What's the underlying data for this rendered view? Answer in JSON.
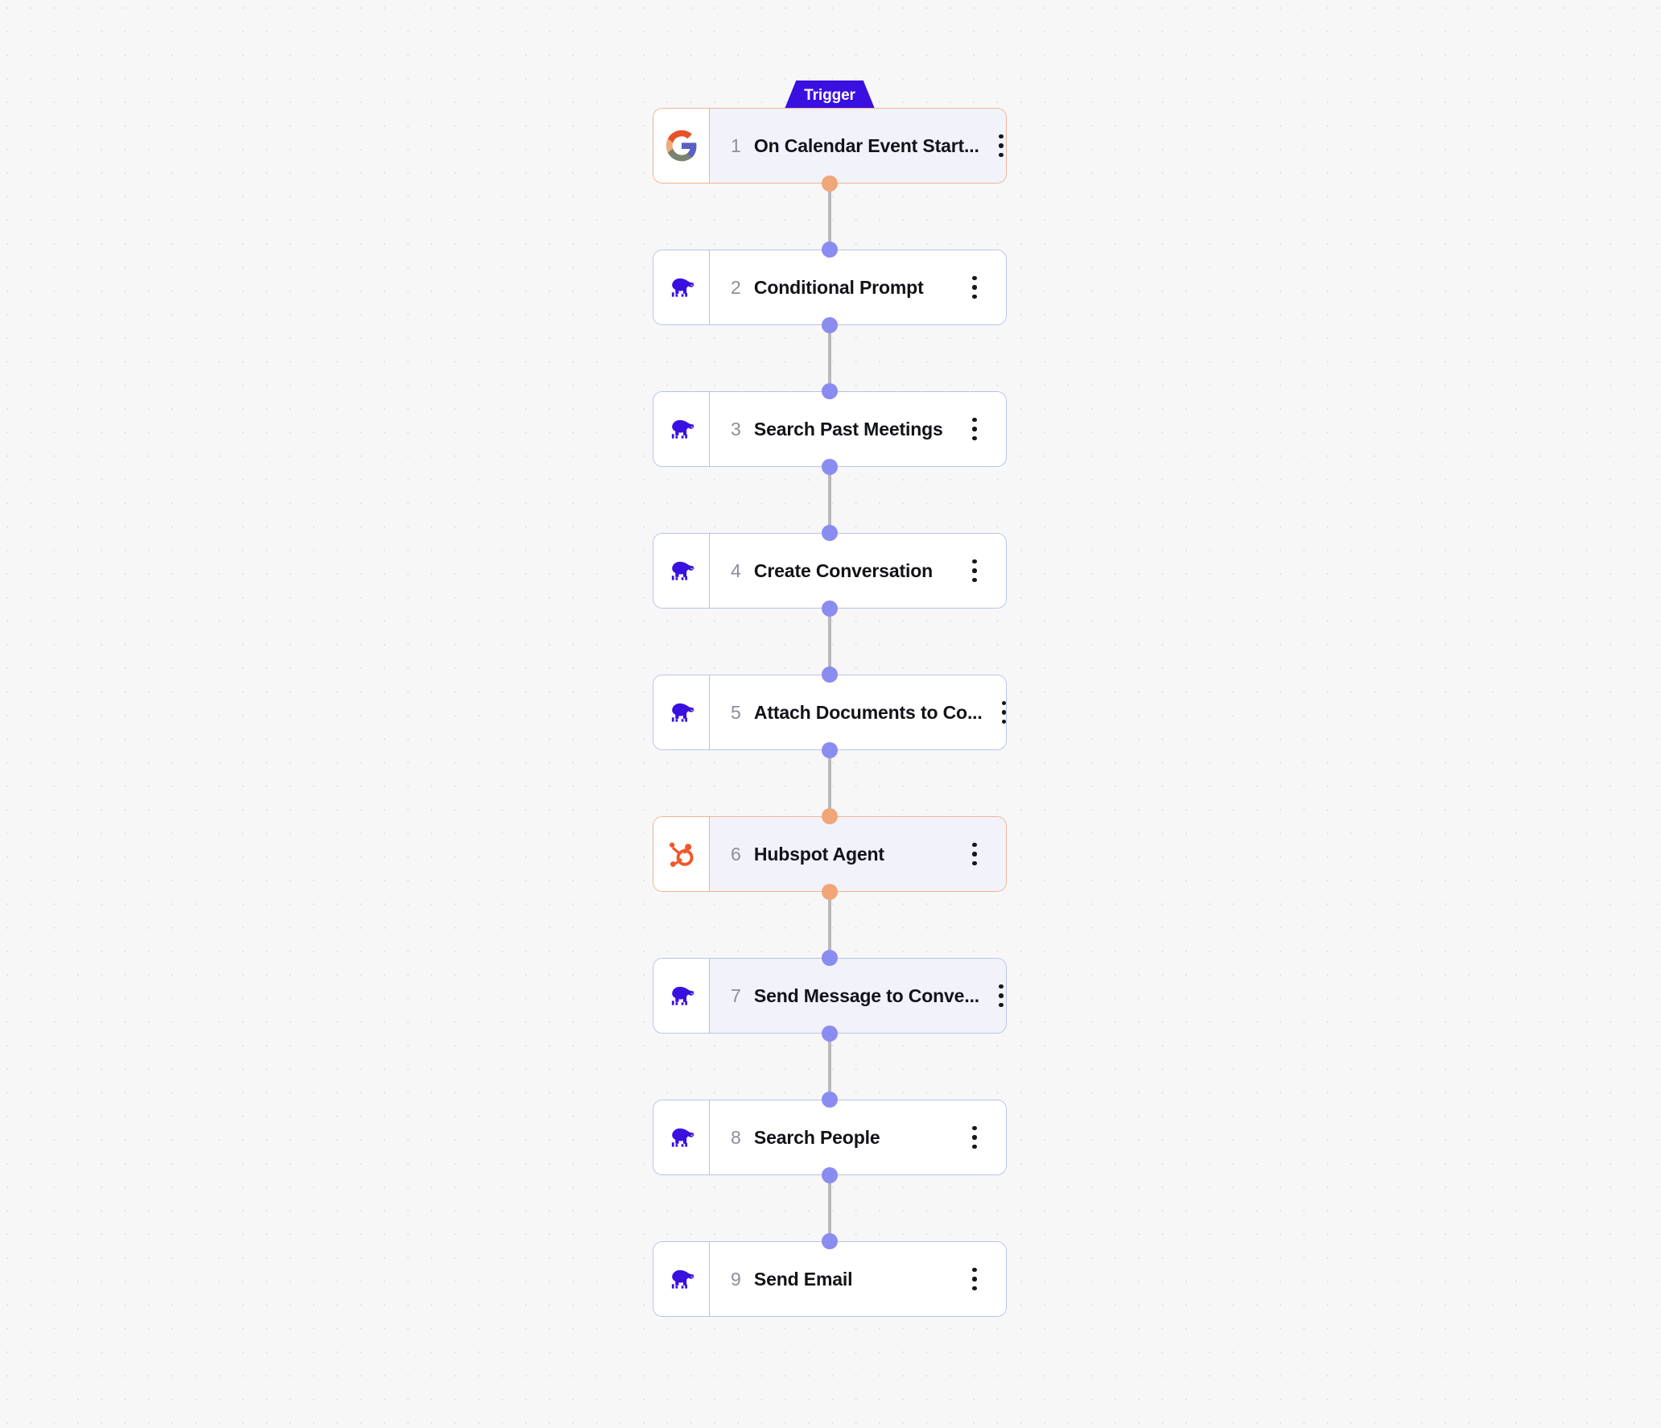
{
  "canvas": {
    "background_color": "#f7f7f8",
    "grid": "dot-grid",
    "edge_color": "#b9b9bd"
  },
  "trigger_badge": {
    "label": "Trigger",
    "color": "#3a10e0"
  },
  "colors": {
    "node_border_default": "#b9c2e8",
    "node_border_accent": "#f1b392",
    "port_default": "#8b8cf0",
    "port_accent": "#f0a679",
    "title_text": "#121319",
    "number_text": "#8b8f98",
    "tinted_body": "#f2f2fa",
    "mammoth_purple": "#3a10e0",
    "hubspot_orange": "#f1562a"
  },
  "nodes": [
    {
      "number": "1",
      "title": "On Calendar Event Start...",
      "icon": "google-logo-icon",
      "accent": "orange",
      "tinted": true,
      "has_trigger_badge": true,
      "menu": "kebab-menu-icon",
      "in_port": null,
      "out_port": "orange"
    },
    {
      "number": "2",
      "title": "Conditional Prompt",
      "icon": "mammoth-icon",
      "accent": "default",
      "tinted": false,
      "has_trigger_badge": false,
      "menu": "kebab-menu-icon",
      "in_port": "purple",
      "out_port": "purple"
    },
    {
      "number": "3",
      "title": "Search Past Meetings",
      "icon": "mammoth-icon",
      "accent": "default",
      "tinted": false,
      "has_trigger_badge": false,
      "menu": "kebab-menu-icon",
      "in_port": "purple",
      "out_port": "purple"
    },
    {
      "number": "4",
      "title": "Create Conversation",
      "icon": "mammoth-icon",
      "accent": "default",
      "tinted": false,
      "has_trigger_badge": false,
      "menu": "kebab-menu-icon",
      "in_port": "purple",
      "out_port": "purple"
    },
    {
      "number": "5",
      "title": "Attach Documents to Co...",
      "icon": "mammoth-icon",
      "accent": "default",
      "tinted": false,
      "has_trigger_badge": false,
      "menu": "kebab-menu-icon",
      "in_port": "purple",
      "out_port": "purple"
    },
    {
      "number": "6",
      "title": "Hubspot Agent",
      "icon": "hubspot-logo-icon",
      "accent": "orange",
      "tinted": true,
      "has_trigger_badge": false,
      "menu": "kebab-menu-icon",
      "in_port": "orange",
      "out_port": "orange"
    },
    {
      "number": "7",
      "title": "Send Message to Conve...",
      "icon": "mammoth-icon",
      "accent": "default",
      "tinted": true,
      "has_trigger_badge": false,
      "menu": "kebab-menu-icon",
      "in_port": "purple",
      "out_port": "purple"
    },
    {
      "number": "8",
      "title": "Search People",
      "icon": "mammoth-icon",
      "accent": "default",
      "tinted": false,
      "has_trigger_badge": false,
      "menu": "kebab-menu-icon",
      "in_port": "purple",
      "out_port": "purple"
    },
    {
      "number": "9",
      "title": "Send Email",
      "icon": "mammoth-icon",
      "accent": "default",
      "tinted": false,
      "has_trigger_badge": false,
      "menu": "kebab-menu-icon",
      "in_port": "purple",
      "out_port": null
    }
  ]
}
